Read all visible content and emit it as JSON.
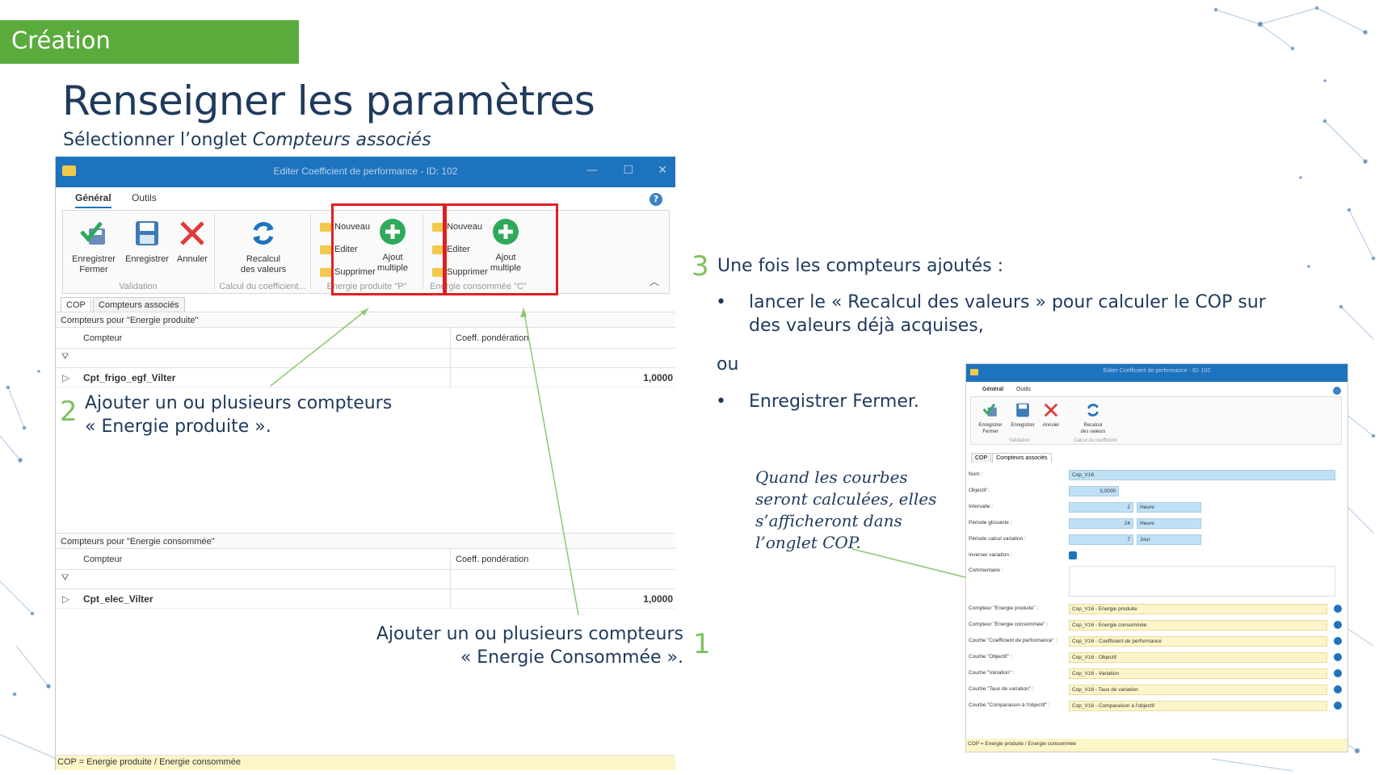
{
  "slide": {
    "section_tab": "Création",
    "title": "Renseigner les paramètres",
    "subtitle_prefix": "Sélectionner l’onglet ",
    "subtitle_italic": "Compteurs associés"
  },
  "colors": {
    "green": "#5aab3c",
    "title_blue": "#1f3a5c",
    "window_blue": "#1e73be",
    "highlight_red": "#e02020",
    "step_green": "#7ec160"
  },
  "window": {
    "title": "Editer Coefficient de performance - ID: 102",
    "controls": [
      "—",
      "☐",
      "✕"
    ],
    "ribbon_tabs": [
      "Général",
      "Outils"
    ],
    "buttons": {
      "save_close": [
        "Enregistrer",
        "Fermer"
      ],
      "save": "Enregistrer",
      "cancel": "Annuler",
      "recalc": [
        "Recalcul",
        "des valeurs"
      ]
    },
    "group_labels": {
      "validation": "Validation",
      "coef": "Calcul du coefficient...",
      "energy_p": "Energie produite \"P\"",
      "energy_c": "Energie consommée \"C\""
    },
    "group_items": {
      "new": "Nouveau",
      "edit": "Editer",
      "delete": "Supprimer",
      "add_multi": [
        "Ajout",
        "multiple"
      ]
    },
    "sheet_tabs": [
      "COP",
      "Compteurs associés"
    ],
    "grid1": {
      "title": "Compteurs pour \"Energie produite\"",
      "col_counter": "Compteur",
      "col_coef": "Coeff. pondération",
      "row_name": "Cpt_frigo_egf_Vilter",
      "row_value": "1,0000"
    },
    "grid2": {
      "title": "Compteurs pour \"Energie consommée\"",
      "col_counter": "Compteur",
      "col_coef": "Coeff. pondération",
      "row_name": "Cpt_elec_Vilter",
      "row_value": "1,0000"
    },
    "footer": "COP = Energie produite / Energie consommée"
  },
  "steps": {
    "step1_num": "1",
    "step1_line1": "Ajouter un ou plusieurs compteurs",
    "step1_line2": "« Energie Consommée ».",
    "step2_num": "2",
    "step2_line1": "Ajouter un ou plusieurs compteurs",
    "step2_line2": "« Energie produite ».",
    "step3_num": "3",
    "step3_text": "Une fois les compteurs ajoutés :",
    "bullet1_line1": "lancer le « Recalcul des valeurs » pour calculer le COP sur",
    "bullet1_line2": "des valeurs déjà acquises,",
    "or": "ou",
    "bullet2": "Enregistrer Fermer.",
    "bullet_glyph": "•"
  },
  "note": {
    "line1": "Quand les courbes",
    "line2": "seront calculées, elles",
    "line3": "s’afficheront dans",
    "line4": "l’onglet COP."
  },
  "small_window": {
    "title": "Editer Coefficient de performance - ID: 102",
    "tabs": [
      "Général",
      "Outils"
    ],
    "buttons": {
      "save_close": [
        "Enregistrer",
        "Fermer"
      ],
      "save": "Enregistrer",
      "cancel": "Annuler",
      "recalc": [
        "Recalcul",
        "des valeurs"
      ]
    },
    "group_labels": {
      "validation": "Validation",
      "coef": "Calcul du coefficient"
    },
    "sheet_tabs": [
      "COP",
      "Compteurs associés"
    ],
    "fields": {
      "name_label": "Nom :",
      "name_value": "Cop_V16",
      "obj_label": "Objectif :",
      "obj_value": "3,0000",
      "interval_label": "Intervalle :",
      "interval_value": "2",
      "interval_unit": "Heure",
      "sliding_label": "Période glissante :",
      "sliding_value": "24",
      "sliding_unit": "Heure",
      "variation_label": "Période calcul variation :",
      "variation_value": "7",
      "variation_unit": "Jour",
      "invert_label": "Inverser variation :",
      "comment_label": "Commentaire :"
    },
    "links": [
      {
        "label": "Compteur \"Energie produite\" :",
        "value": "Cop_V16 - Energie produite"
      },
      {
        "label": "Compteur \"Energie consommée\" :",
        "value": "Cop_V16 - Energie consommée"
      },
      {
        "label": "Courbe \"Coefficient de performance\" :",
        "value": "Cop_V16 - Coefficient de performance"
      },
      {
        "label": "Courbe \"Objectif\" :",
        "value": "Cop_V16 - Objectif"
      },
      {
        "label": "Courbe \"Variation\" :",
        "value": "Cop_V16 - Variation"
      },
      {
        "label": "Courbe \"Taux de variation\" :",
        "value": "Cop_V16 - Taux de variation"
      },
      {
        "label": "Courbe \"Comparaison à l'objectif\" :",
        "value": "Cop_V16 - Comparaison à l'objectif"
      }
    ],
    "footer": "COP = Energie produite / Energie consommée"
  }
}
